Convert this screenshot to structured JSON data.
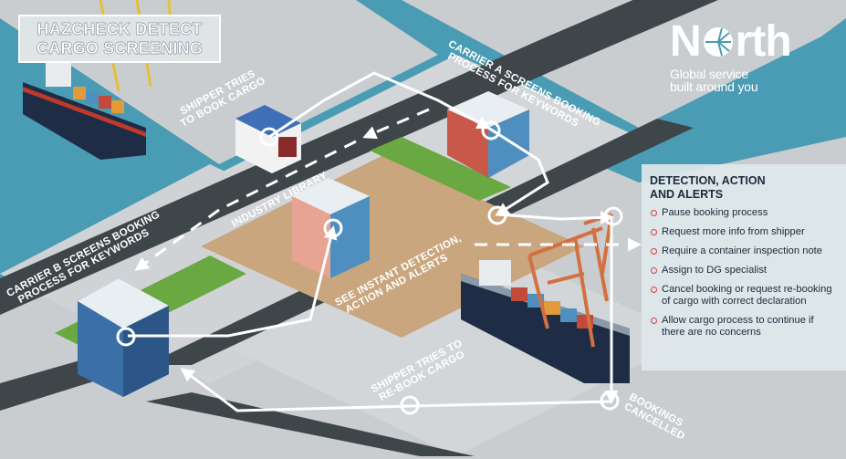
{
  "title": {
    "line1": "HAZCHECK DETECT",
    "line2": "CARGO SCREENING"
  },
  "logo": {
    "word_before": "N",
    "word_after": "rth",
    "tagline1": "Global service",
    "tagline2": "built around you"
  },
  "labels": {
    "shipper_tries": {
      "line1": "SHIPPER TRIES",
      "line2": "TO BOOK CARGO"
    },
    "carrier_a": {
      "line1": "CARRIER A SCREENS BOOKING",
      "line2": "PROCESS FOR KEYWORDS"
    },
    "industry_library": "INDUSTRY LIBRARY",
    "carrier_b": {
      "line1": "CARRIER B SCREENS BOOKING",
      "line2": "PROCESS FOR KEYWORDS"
    },
    "instant_detection": {
      "line1": "SEE INSTANT DETECTION,",
      "line2": "ACTION AND ALERTS"
    },
    "shipper_rebook": {
      "line1": "SHIPPER TRIES TO",
      "line2": "RE-BOOK CARGO"
    },
    "bookings_cancelled": {
      "line1": "BOOKINGS",
      "line2": "CANCELLED"
    }
  },
  "panel": {
    "title1": "DETECTION, ACTION",
    "title2": "AND ALERTS",
    "items": [
      "Pause booking process",
      "Request more info from shipper",
      "Require a container inspection note",
      "Assign to DG specialist",
      "Cancel booking or request re-booking of cargo with correct declaration",
      "Allow cargo process to continue if there are no concerns"
    ]
  },
  "colors": {
    "water": "#4a9cb4",
    "land": "#c9cdd0",
    "road": "#3f4649",
    "grass": "#6aa842",
    "sand": "#c9a67e",
    "bullet": "#e23b3b",
    "crane": "#d2703f",
    "crane_yellow": "#e6bf3a"
  }
}
